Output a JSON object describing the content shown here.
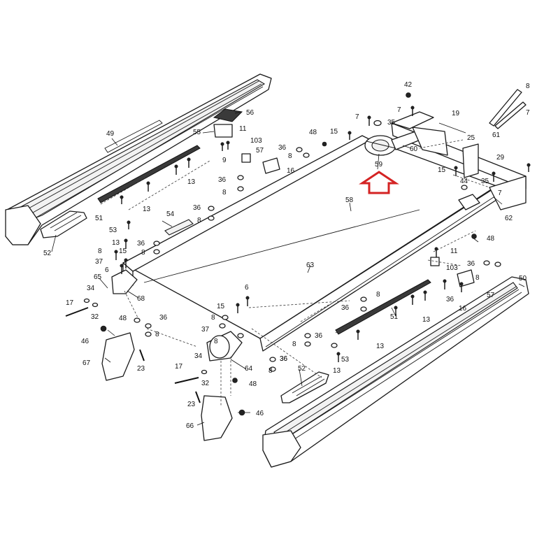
{
  "highlight_color": "#d42323",
  "highlight_arrow_icon": "up-arrow-icon",
  "callouts": [
    {
      "id": "c49",
      "text": "49"
    },
    {
      "id": "c56",
      "text": "56"
    },
    {
      "id": "c55",
      "text": "55"
    },
    {
      "id": "c11a",
      "text": "11"
    },
    {
      "id": "c103a",
      "text": "103"
    },
    {
      "id": "c57a",
      "text": "57"
    },
    {
      "id": "c9",
      "text": "9"
    },
    {
      "id": "c36a",
      "text": "36"
    },
    {
      "id": "c8a",
      "text": "8"
    },
    {
      "id": "c16a",
      "text": "16"
    },
    {
      "id": "c48a",
      "text": "48"
    },
    {
      "id": "c15a",
      "text": "15"
    },
    {
      "id": "c7a",
      "text": "7"
    },
    {
      "id": "c35a",
      "text": "35"
    },
    {
      "id": "c42",
      "text": "42"
    },
    {
      "id": "c7b",
      "text": "7"
    },
    {
      "id": "c19",
      "text": "19"
    },
    {
      "id": "c25",
      "text": "25"
    },
    {
      "id": "c8b",
      "text": "8"
    },
    {
      "id": "c7c",
      "text": "7"
    },
    {
      "id": "c61",
      "text": "61"
    },
    {
      "id": "c60",
      "text": "60"
    },
    {
      "id": "c59",
      "text": "59"
    },
    {
      "id": "c29",
      "text": "29"
    },
    {
      "id": "c15b",
      "text": "15"
    },
    {
      "id": "c44",
      "text": "44"
    },
    {
      "id": "c35b",
      "text": "35"
    },
    {
      "id": "c7d",
      "text": "7"
    },
    {
      "id": "c13a",
      "text": "13"
    },
    {
      "id": "c36b",
      "text": "36"
    },
    {
      "id": "c8c",
      "text": "8"
    },
    {
      "id": "c13b",
      "text": "13"
    },
    {
      "id": "c51a",
      "text": "51"
    },
    {
      "id": "c58",
      "text": "58"
    },
    {
      "id": "c62",
      "text": "62"
    },
    {
      "id": "c54",
      "text": "54"
    },
    {
      "id": "c36c",
      "text": "36"
    },
    {
      "id": "c8d",
      "text": "8"
    },
    {
      "id": "c52a",
      "text": "52"
    },
    {
      "id": "c53a",
      "text": "53"
    },
    {
      "id": "c13c",
      "text": "13"
    },
    {
      "id": "c48b",
      "text": "48"
    },
    {
      "id": "c8e",
      "text": "8"
    },
    {
      "id": "c15c",
      "text": "15"
    },
    {
      "id": "c36d",
      "text": "36"
    },
    {
      "id": "c8f",
      "text": "8"
    },
    {
      "id": "c11b",
      "text": "11"
    },
    {
      "id": "c37a",
      "text": "37"
    },
    {
      "id": "c6a",
      "text": "6"
    },
    {
      "id": "c63",
      "text": "63"
    },
    {
      "id": "c103b",
      "text": "103"
    },
    {
      "id": "c36e",
      "text": "36"
    },
    {
      "id": "c8g",
      "text": "8"
    },
    {
      "id": "c65",
      "text": "65"
    },
    {
      "id": "c34a",
      "text": "34"
    },
    {
      "id": "c68",
      "text": "68"
    },
    {
      "id": "c50",
      "text": "50"
    },
    {
      "id": "c17a",
      "text": "17"
    },
    {
      "id": "c32a",
      "text": "32"
    },
    {
      "id": "c6b",
      "text": "6"
    },
    {
      "id": "c8h",
      "text": "8"
    },
    {
      "id": "c57b",
      "text": "57"
    },
    {
      "id": "c36f",
      "text": "36"
    },
    {
      "id": "c16b",
      "text": "16"
    },
    {
      "id": "c36g",
      "text": "36"
    },
    {
      "id": "c15d",
      "text": "15"
    },
    {
      "id": "c48c",
      "text": "48"
    },
    {
      "id": "c36h",
      "text": "36"
    },
    {
      "id": "c8i",
      "text": "8"
    },
    {
      "id": "c51b",
      "text": "51"
    },
    {
      "id": "c13d",
      "text": "13"
    },
    {
      "id": "c8j",
      "text": "8"
    },
    {
      "id": "c37b",
      "text": "37"
    },
    {
      "id": "c8k",
      "text": "8"
    },
    {
      "id": "c36i",
      "text": "36"
    },
    {
      "id": "c46a",
      "text": "46"
    },
    {
      "id": "c67",
      "text": "67"
    },
    {
      "id": "c23a",
      "text": "23"
    },
    {
      "id": "c8l",
      "text": "8"
    },
    {
      "id": "c36j",
      "text": "36"
    },
    {
      "id": "c13e",
      "text": "13"
    },
    {
      "id": "c34b",
      "text": "34"
    },
    {
      "id": "c36k",
      "text": "36"
    },
    {
      "id": "c53b",
      "text": "53"
    },
    {
      "id": "c64",
      "text": "64"
    },
    {
      "id": "c8m",
      "text": "8"
    },
    {
      "id": "c13f",
      "text": "13"
    },
    {
      "id": "c17b",
      "text": "17"
    },
    {
      "id": "c32b",
      "text": "32"
    },
    {
      "id": "c48d",
      "text": "48"
    },
    {
      "id": "c52b",
      "text": "52"
    },
    {
      "id": "c23b",
      "text": "23"
    },
    {
      "id": "c46b",
      "text": "46"
    },
    {
      "id": "c66",
      "text": "66"
    }
  ]
}
